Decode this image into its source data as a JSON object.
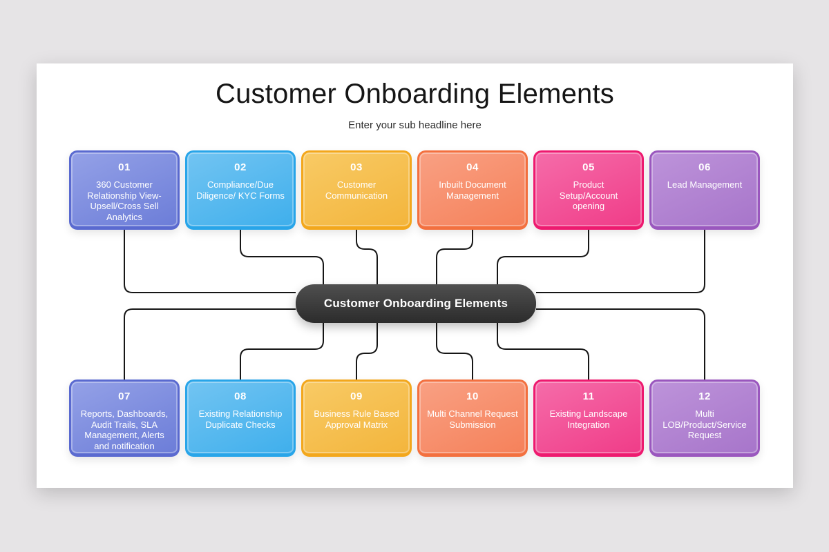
{
  "slide": {
    "title": "Customer Onboarding Elements",
    "subtitle": "Enter your sub headline here",
    "center_label": "Customer Onboarding Elements",
    "colors": {
      "canvas_bg": "#e6e4e6",
      "slide_bg": "#ffffff",
      "connector_line": "#161616",
      "center_gradient_from": "#4f4f4f",
      "center_gradient_to": "#2c2c2c",
      "text_on_nodes": "#ffffff",
      "title_text": "#151515"
    },
    "nodes": [
      {
        "number": "01",
        "label": "360 Customer Relationship View-Upsell/Cross Sell Analytics",
        "colors": {
          "light": "#94a1e7",
          "dark": "#6c7dd8",
          "border": "#5a6ad0"
        }
      },
      {
        "number": "02",
        "label": "Compliance/Due Diligence/ KYC Forms",
        "colors": {
          "light": "#72c4f2",
          "dark": "#3fafec",
          "border": "#28a5e9"
        }
      },
      {
        "number": "03",
        "label": "Customer Communication",
        "colors": {
          "light": "#f8ca65",
          "dark": "#f3b53c",
          "border": "#f3a71c"
        }
      },
      {
        "number": "04",
        "label": "Inbuilt Document Management",
        "colors": {
          "light": "#f9a083",
          "dark": "#f5815a",
          "border": "#f3703f"
        }
      },
      {
        "number": "05",
        "label": "Product Setup/Account opening",
        "colors": {
          "light": "#f56ca9",
          "dark": "#f03c88",
          "border": "#ee1a6f"
        }
      },
      {
        "number": "06",
        "label": "Lead Management",
        "colors": {
          "light": "#bd93da",
          "dark": "#a775ca",
          "border": "#9a57be"
        }
      },
      {
        "number": "07",
        "label": "Reports, Dashboards, Audit Trails, SLA Management, Alerts and notification",
        "colors": {
          "light": "#94a1e7",
          "dark": "#6c7dd8",
          "border": "#5a6ad0"
        }
      },
      {
        "number": "08",
        "label": "Existing Relationship Duplicate Checks",
        "colors": {
          "light": "#72c4f2",
          "dark": "#3fafec",
          "border": "#28a5e9"
        }
      },
      {
        "number": "09",
        "label": "Business Rule Based Approval Matrix",
        "colors": {
          "light": "#f8ca65",
          "dark": "#f3b53c",
          "border": "#f3a71c"
        }
      },
      {
        "number": "10",
        "label": "Multi Channel Request Submission",
        "colors": {
          "light": "#f9a083",
          "dark": "#f5815a",
          "border": "#f3703f"
        }
      },
      {
        "number": "11",
        "label": "Existing Landscape Integration",
        "colors": {
          "light": "#f56ca9",
          "dark": "#f03c88",
          "border": "#ee1a6f"
        }
      },
      {
        "number": "12",
        "label": "Multi LOB/Product/Service Request",
        "colors": {
          "light": "#bd93da",
          "dark": "#a775ca",
          "border": "#9a57be"
        }
      }
    ],
    "edges": [
      {
        "from": "center",
        "to": "01"
      },
      {
        "from": "center",
        "to": "02"
      },
      {
        "from": "center",
        "to": "03"
      },
      {
        "from": "center",
        "to": "04"
      },
      {
        "from": "center",
        "to": "05"
      },
      {
        "from": "center",
        "to": "06"
      },
      {
        "from": "center",
        "to": "07"
      },
      {
        "from": "center",
        "to": "08"
      },
      {
        "from": "center",
        "to": "09"
      },
      {
        "from": "center",
        "to": "10"
      },
      {
        "from": "center",
        "to": "11"
      },
      {
        "from": "center",
        "to": "12"
      }
    ]
  }
}
